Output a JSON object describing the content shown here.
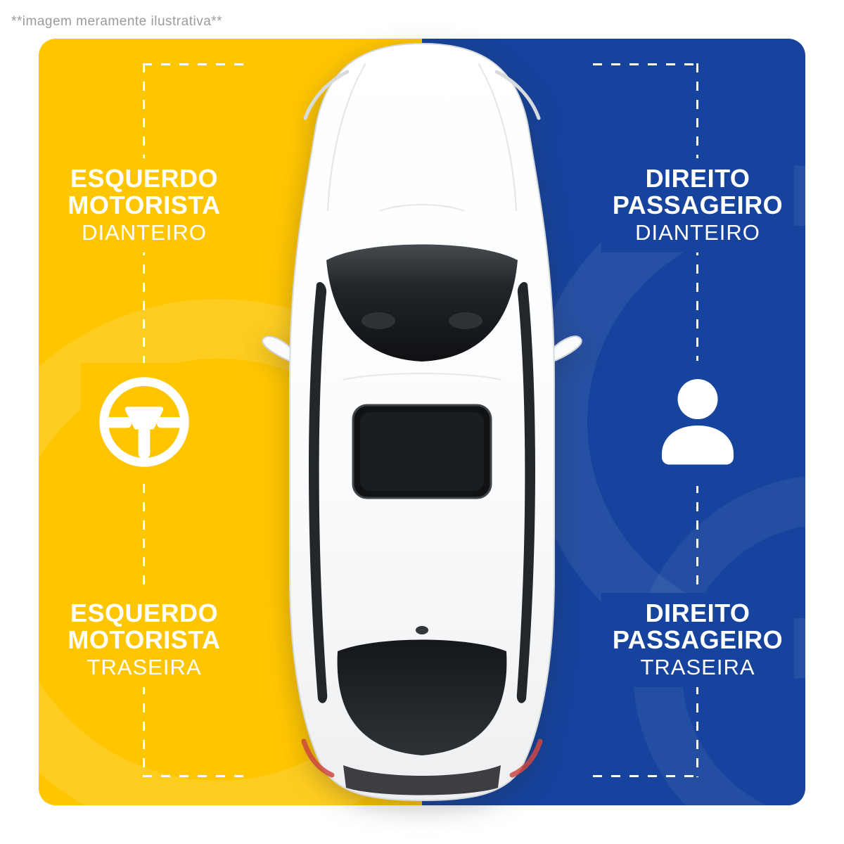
{
  "disclaimer": "**imagem meramente ilustrativa**",
  "colors": {
    "driver_side_bg": "#ffc600",
    "passenger_side_bg": "#16439d",
    "label_text": "#ffffff",
    "guide_dash": "#ffffff"
  },
  "left_panel": {
    "top_label": {
      "line1": "ESQUERDO",
      "line2": "MOTORISTA",
      "line3": "DIANTEIRO"
    },
    "bottom_label": {
      "line1": "ESQUERDO",
      "line2": "MOTORISTA",
      "line3": "TRASEIRA"
    },
    "icon": "steering-wheel-icon"
  },
  "right_panel": {
    "top_label": {
      "line1": "DIREITO",
      "line2": "PASSAGEIRO",
      "line3": "DIANTEIRO"
    },
    "bottom_label": {
      "line1": "DIREITO",
      "line2": "PASSAGEIRO",
      "line3": "TRASEIRA"
    },
    "icon": "person-icon"
  },
  "illustration": {
    "icon": "car-top-view"
  }
}
